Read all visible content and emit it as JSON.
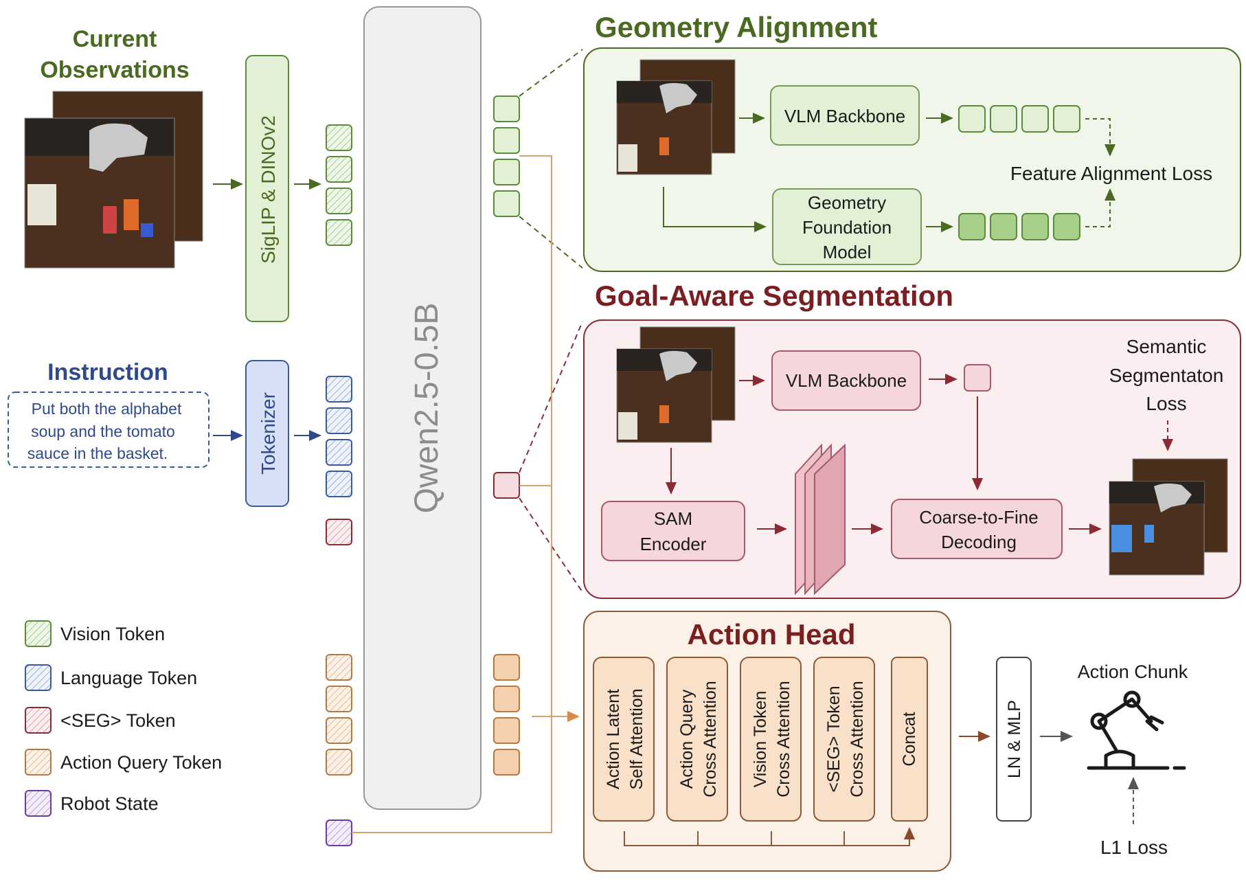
{
  "observations": {
    "title_line1": "Current",
    "title_line2": "Observations"
  },
  "encoders": {
    "vision": "SigLIP & DINOv2",
    "text": "Tokenizer"
  },
  "instruction": {
    "title": "Instruction",
    "line1": "Put both the alphabet",
    "line2": "soup and the tomato",
    "line3": "sauce in the basket."
  },
  "llm": {
    "label": "Qwen2.5-0.5B"
  },
  "legend": [
    {
      "label": "Vision Token",
      "color": "#5a8a3a",
      "fill": "#d8eccc"
    },
    {
      "label": "Language Token",
      "color": "#3a5aa0",
      "fill": "#cdd8ef"
    },
    {
      "label": "<SEG> Token",
      "color": "#8a2a34",
      "fill": "#f3cfd6"
    },
    {
      "label": "Action Query Token",
      "color": "#b07a48",
      "fill": "#f4d9bd"
    },
    {
      "label": "Robot State",
      "color": "#6a3aa8",
      "fill": "#dccdf0"
    }
  ],
  "geometry": {
    "title": "Geometry Alignment",
    "vlm_backbone": "VLM Backbone",
    "foundation_line1": "Geometry",
    "foundation_line2": "Foundation",
    "foundation_line3": "Model",
    "loss": "Feature Alignment Loss"
  },
  "segmentation": {
    "title": "Goal-Aware Segmentation",
    "vlm_backbone": "VLM Backbone",
    "sam_line1": "SAM",
    "sam_line2": "Encoder",
    "decode_line1": "Coarse-to-Fine",
    "decode_line2": "Decoding",
    "loss_line1": "Semantic",
    "loss_line2": "Segmentaton",
    "loss_line3": "Loss"
  },
  "action_head": {
    "title": "Action Head",
    "blocks": [
      {
        "line1": "Action Latent",
        "line2": "Self Attention"
      },
      {
        "line1": "Action Query",
        "line2": "Cross Attention"
      },
      {
        "line1": "Vision Token",
        "line2": "Cross Attention"
      },
      {
        "line1": "<SEG> Token",
        "line2": "Cross Attention"
      },
      {
        "line1": "Concat",
        "line2": ""
      }
    ],
    "ln_mlp": "LN & MLP",
    "chunk": "Action Chunk",
    "loss": "L1 Loss"
  },
  "colors": {
    "green_title": "#4a6a22",
    "red_title": "#7a1e22",
    "blue_title": "#2f4a8a",
    "orange_line": "#d9a06a"
  }
}
